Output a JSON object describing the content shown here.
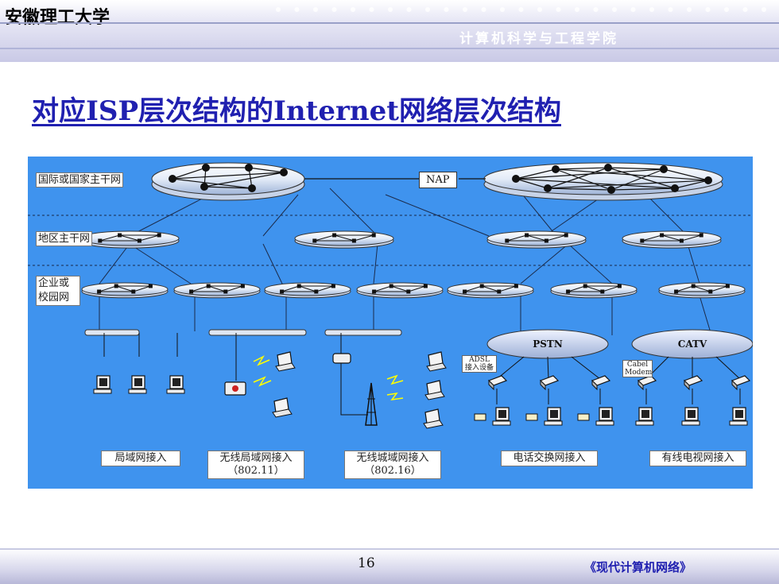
{
  "header": {
    "university": "安徽理工大学",
    "department": "计算机科学与工程学院"
  },
  "title": "对应ISP层次结构的Internet网络层次结构",
  "diagram": {
    "levels": [
      "国际或国家主干网",
      "地区主干网",
      "企业或校园网"
    ],
    "nap": "NAP",
    "clouds": [
      "PSTN",
      "CATV"
    ],
    "device_labels": {
      "adsl": "ADSL\n接入设备",
      "cable": "Cabel\nModem"
    },
    "captions": [
      {
        "line1": "局域网接入",
        "line2": ""
      },
      {
        "line1": "无线局域网接入",
        "line2": "（802.11）"
      },
      {
        "line1": "无线城域网接入",
        "line2": "（802.16）"
      },
      {
        "line1": "电话交换网接入",
        "line2": ""
      },
      {
        "line1": "有线电视网接入",
        "line2": ""
      }
    ]
  },
  "footer": {
    "page_number": "16",
    "book": "《现代计算机网络》"
  }
}
